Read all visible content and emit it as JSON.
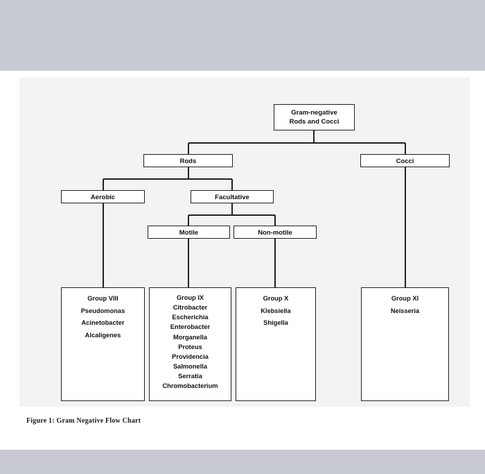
{
  "page": {
    "background": "#ffffff",
    "band_color": "#c8cbd4",
    "figure_background": "#f3f3f3",
    "line_color": "#222222",
    "box_fill": "#ffffff",
    "text_color": "#111111"
  },
  "caption": "Figure 1: Gram Negative Flow Chart",
  "chart_data": {
    "type": "diagram",
    "title": "Gram Negative Flow Chart",
    "orientation": "top-down",
    "nodes": [
      {
        "id": "root",
        "label": "Gram-negative\nRods and Cocci",
        "line1": "Gram-negative",
        "line2": "Rods and Cocci"
      },
      {
        "id": "rods",
        "label": "Rods"
      },
      {
        "id": "cocci",
        "label": "Cocci"
      },
      {
        "id": "aerobic",
        "label": "Aerobic"
      },
      {
        "id": "facultative",
        "label": "Facultative"
      },
      {
        "id": "motile",
        "label": "Motile"
      },
      {
        "id": "nonmotile",
        "label": "Non-motile"
      }
    ],
    "leaves": [
      {
        "id": "group8",
        "title": "Group VIII",
        "organisms": [
          "Pseudomonas",
          "Acinetobacter",
          "Alcaligenes"
        ]
      },
      {
        "id": "group9",
        "title": "Group IX",
        "organisms": [
          "Citrobacter",
          "Escherichia",
          "Enterobacter",
          "Morganella",
          "Proteus",
          "Providencia",
          "Salmonella",
          "Serratia",
          "Chromobacterium"
        ]
      },
      {
        "id": "group10",
        "title": "Group X",
        "organisms": [
          "Klebsiella",
          "Shigella"
        ]
      },
      {
        "id": "group11",
        "title": "Group XI",
        "organisms": [
          "Neisseria"
        ]
      }
    ],
    "edges": [
      {
        "from": "root",
        "to": "rods"
      },
      {
        "from": "root",
        "to": "cocci"
      },
      {
        "from": "rods",
        "to": "aerobic"
      },
      {
        "from": "rods",
        "to": "facultative"
      },
      {
        "from": "facultative",
        "to": "motile"
      },
      {
        "from": "facultative",
        "to": "nonmotile"
      },
      {
        "from": "aerobic",
        "to": "group8"
      },
      {
        "from": "motile",
        "to": "group9"
      },
      {
        "from": "nonmotile",
        "to": "group10"
      },
      {
        "from": "cocci",
        "to": "group11"
      }
    ]
  }
}
